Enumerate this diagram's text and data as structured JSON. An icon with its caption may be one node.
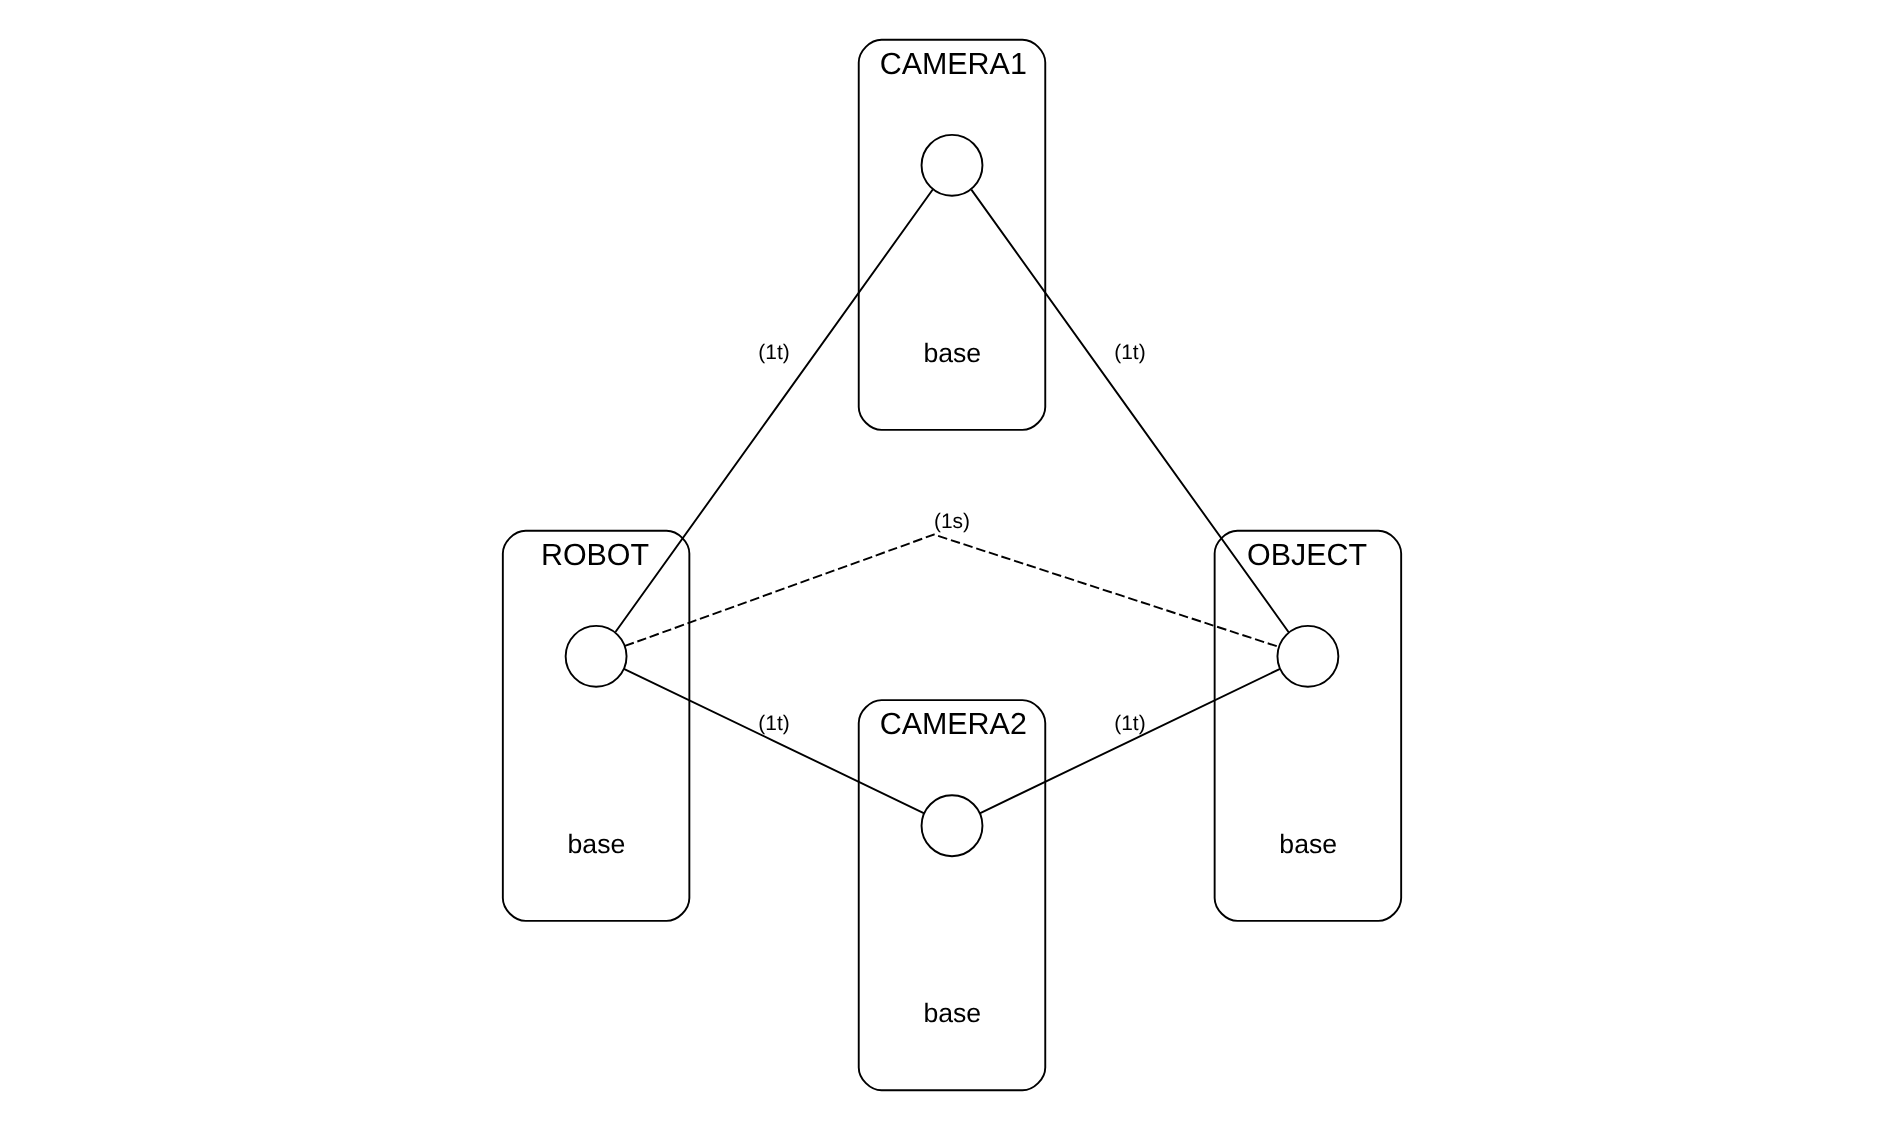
{
  "diagram": {
    "nodes": [
      {
        "text": [
          "CAMERA1",
          "base"
        ]
      },
      {
        "text": [],
        "shape": "circle",
        "in": 0
      },
      {
        "text": [
          "ROBOT",
          "base"
        ]
      },
      {
        "text": [],
        "shape": "circle",
        "in": 2
      },
      {
        "text": [
          "OBJECT",
          "base"
        ]
      },
      {
        "text": [],
        "shape": "circle",
        "in": 4
      },
      {
        "text": [
          "CAMERA2",
          "base"
        ]
      },
      {
        "text": [],
        "shape": "circle",
        "in": 6
      }
    ],
    "edges": [
      {
        "from": 3,
        "to": 1,
        "arrow": "none",
        "label": "(1t)"
      },
      {
        "from": 1,
        "to": 5,
        "arrow": "none",
        "label": "(1t)"
      },
      {
        "from": 3,
        "to": 5,
        "arrow": "none",
        "label": "(1s)",
        "style": "dashed"
      },
      {
        "from": 3,
        "to": 7,
        "arrow": "none",
        "label": "(1t)"
      },
      {
        "from": 7,
        "to": 5,
        "arrow": "none",
        "label": "(1t)"
      }
    ]
  }
}
